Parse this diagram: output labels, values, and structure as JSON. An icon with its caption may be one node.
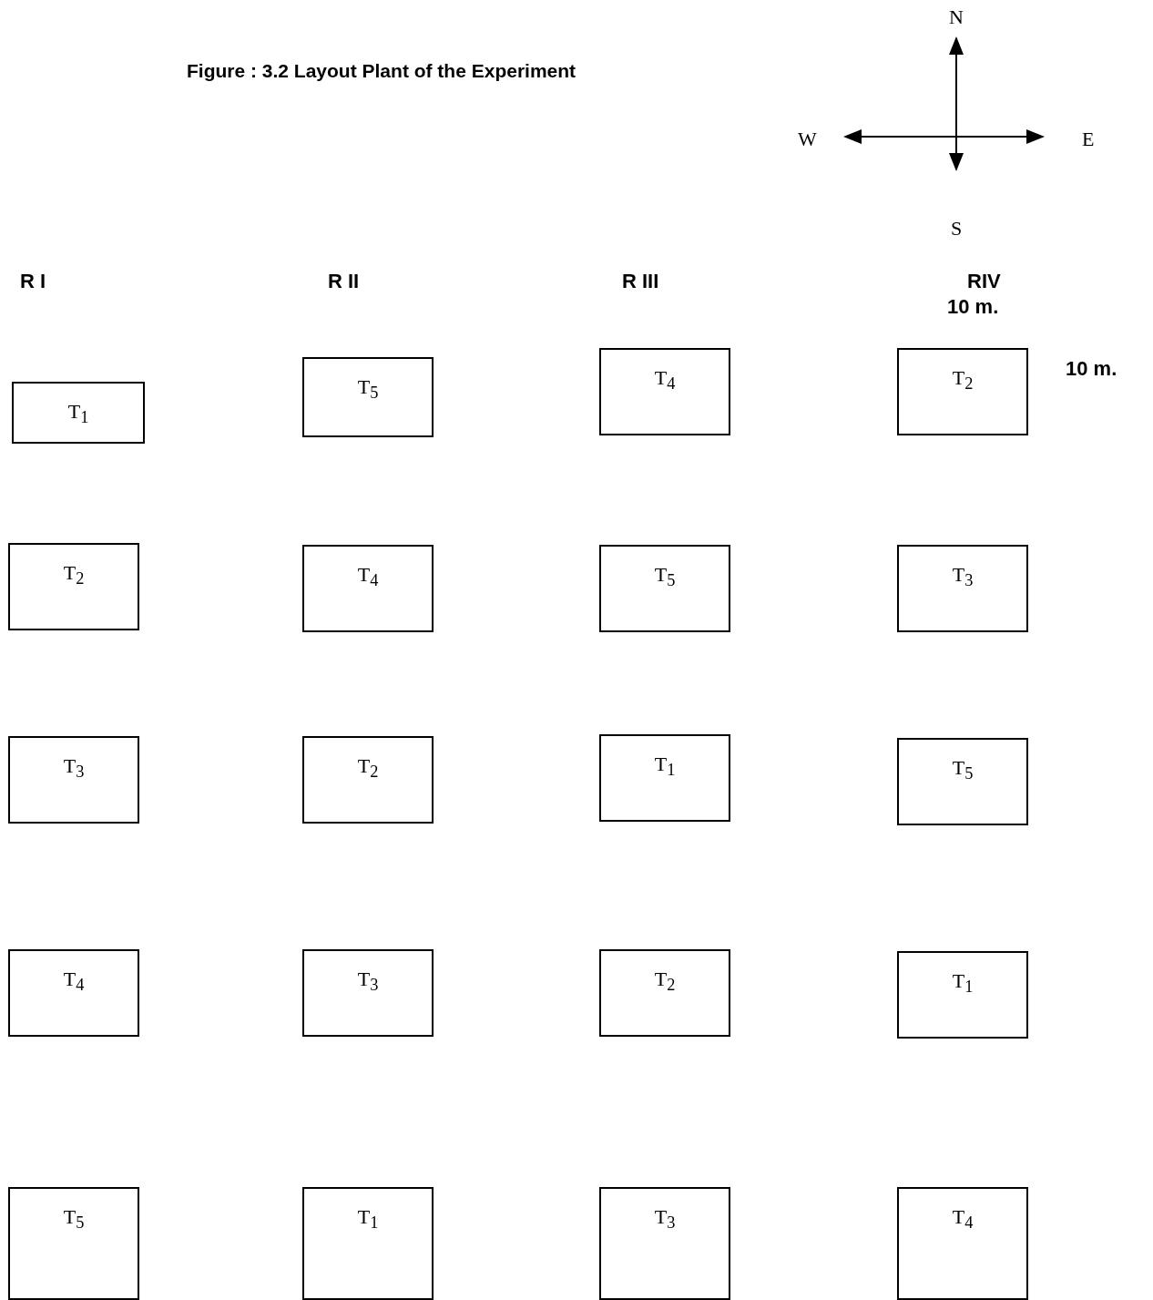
{
  "diagram": {
    "title": "Figure : 3.2 Layout Plant of the Experiment",
    "nodes": [
      {
        "text": [
          "T$_{1}$"
        ]
      },
      {
        "text": [
          "T$_{5}$"
        ]
      },
      {
        "text": [
          "T$_{4}$"
        ]
      },
      {
        "text": [
          "T$_{2}$"
        ]
      },
      {
        "text": [
          "T$_{2}$"
        ]
      },
      {
        "text": [
          "T$_{4}$"
        ]
      },
      {
        "text": [
          "T$_{5}$"
        ]
      },
      {
        "text": [
          "T$_{3}$"
        ]
      },
      {
        "text": [
          "T$_{3}$"
        ]
      },
      {
        "text": [
          "T$_{2}$"
        ]
      },
      {
        "text": [
          "T$_{1}$"
        ]
      },
      {
        "text": [
          "T$_{5}$"
        ]
      },
      {
        "text": [
          "T$_{4}$"
        ]
      },
      {
        "text": [
          "T$_{3}$"
        ]
      },
      {
        "text": [
          "T$_{2}$"
        ]
      },
      {
        "text": [
          "T$_{1}$"
        ]
      },
      {
        "text": [
          "T$_{5}$"
        ]
      },
      {
        "text": [
          "T$_{1}$"
        ]
      },
      {
        "text": [
          "T$_{3}$"
        ]
      },
      {
        "text": [
          "T$_{4}$"
        ]
      }
    ],
    "labels": [
      "N",
      "W",
      "E",
      "S",
      "R I",
      "R II",
      "R III",
      "RIV",
      "10 m.",
      "10 m."
    ]
  }
}
